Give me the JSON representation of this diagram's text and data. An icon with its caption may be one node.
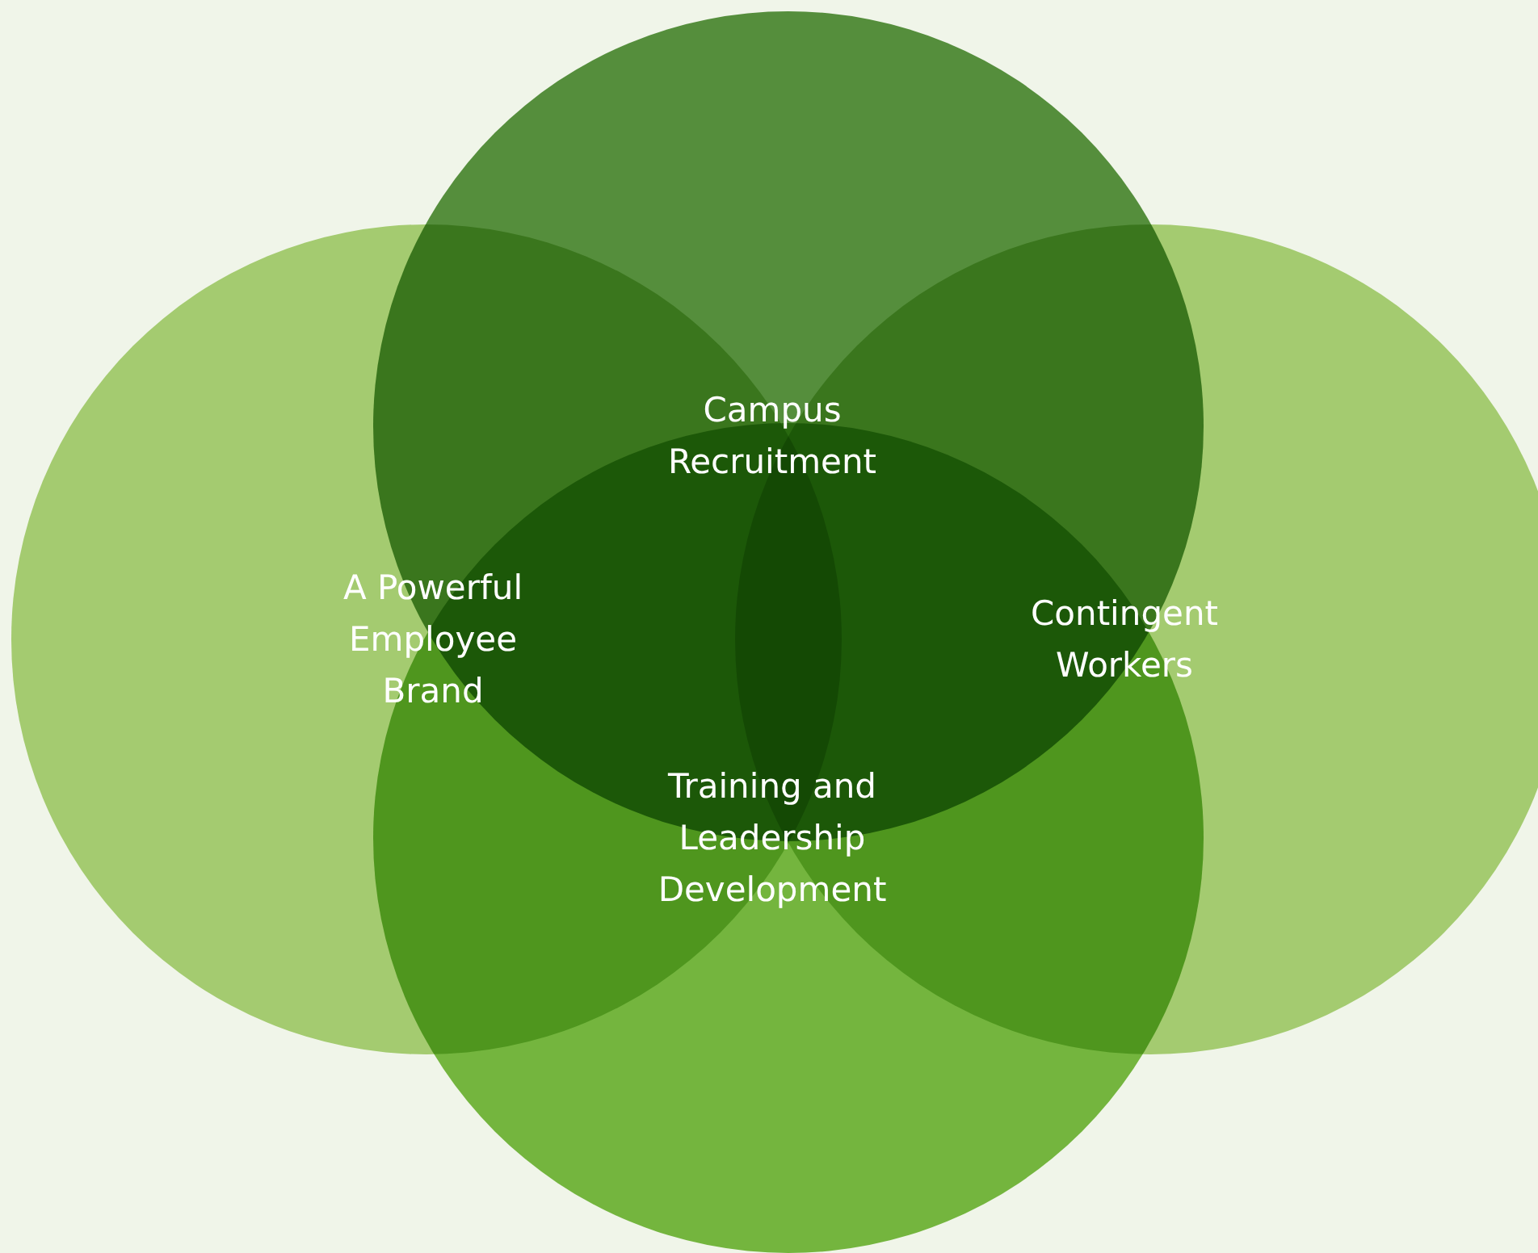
{
  "diagram": {
    "nodes": [
      {
        "text": [
          "Campus Recruitment"
        ]
      },
      {
        "text": [
          "A Powerful Employee Brand"
        ]
      },
      {
        "text": [
          "Contingent Workers"
        ]
      },
      {
        "text": [
          "Training and Leadership Development"
        ]
      }
    ]
  }
}
